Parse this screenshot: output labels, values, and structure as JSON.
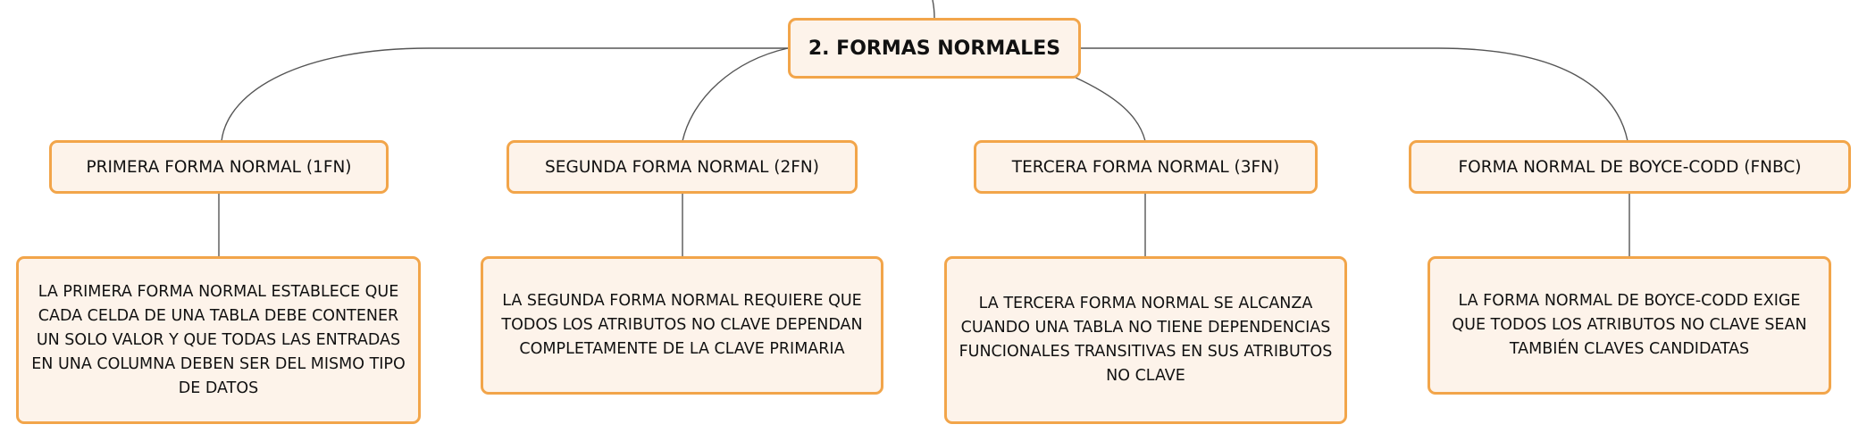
{
  "root": {
    "title": "2. FORMAS NORMALES"
  },
  "branches": [
    {
      "title": "PRIMERA FORMA NORMAL (1FN)",
      "description": "LA PRIMERA FORMA NORMAL ESTABLECE QUE CADA CELDA DE UNA TABLA DEBE CONTENER UN SOLO VALOR Y QUE TODAS LAS ENTRADAS EN UNA COLUMNA DEBEN SER DEL MISMO TIPO DE DATOS"
    },
    {
      "title": "SEGUNDA FORMA NORMAL (2FN)",
      "description": "LA SEGUNDA FORMA NORMAL REQUIERE QUE TODOS LOS ATRIBUTOS NO CLAVE DEPENDAN COMPLETAMENTE DE LA CLAVE PRIMARIA"
    },
    {
      "title": "TERCERA FORMA NORMAL (3FN)",
      "description": "LA TERCERA FORMA NORMAL SE ALCANZA CUANDO UNA TABLA NO TIENE DEPENDENCIAS FUNCIONALES TRANSITIVAS EN SUS ATRIBUTOS NO CLAVE"
    },
    {
      "title": "FORMA NORMAL DE BOYCE-CODD (FNBC)",
      "description": "LA FORMA NORMAL DE BOYCE-CODD EXIGE QUE TODOS LOS ATRIBUTOS NO CLAVE SEAN TAMBIÉN CLAVES CANDIDATAS"
    }
  ],
  "colors": {
    "node_border": "#f2a54a",
    "node_fill": "#fdf3ea",
    "connector": "#555555",
    "text": "#111111"
  }
}
